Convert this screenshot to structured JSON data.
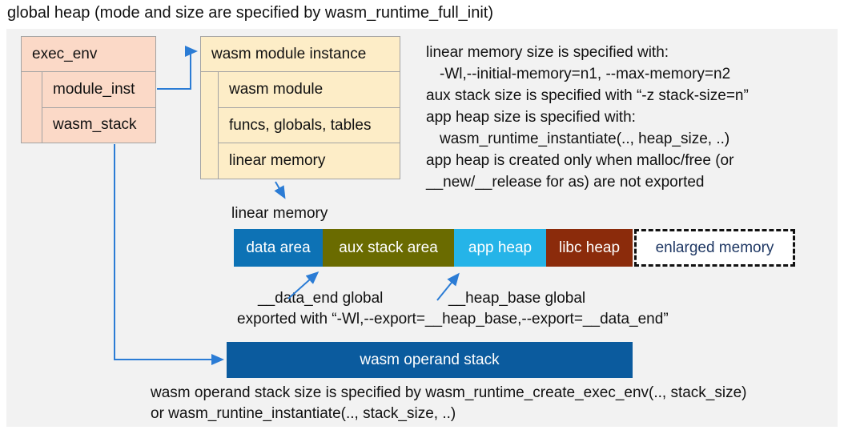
{
  "title": "global heap (mode and size are specified by wasm_runtime_full_init)",
  "exec_env": {
    "header": "exec_env",
    "rows": [
      "module_inst",
      "wasm_stack"
    ]
  },
  "module_instance": {
    "header": "wasm module instance",
    "rows": [
      "wasm module",
      "funcs, globals, tables",
      "linear memory"
    ]
  },
  "notes_right": {
    "lines": [
      "linear memory size is specified with:",
      "-Wl,--initial-memory=n1, --max-memory=n2",
      "aux stack size is specified with “-z stack-size=n”",
      "app heap size is specified with:",
      "wasm_runtime_instantiate(.., heap_size, ..)",
      "app heap is created only when malloc/free (or",
      "__new/__release for as) are not exported"
    ]
  },
  "linear_memory": {
    "label": "linear memory",
    "segments": [
      {
        "label": "data area",
        "color": "#0d72b5"
      },
      {
        "label": "aux stack area",
        "color": "#6a6b00"
      },
      {
        "label": "app heap",
        "color": "#25b4e8"
      },
      {
        "label": "libc heap",
        "color": "#8b2b0b"
      },
      {
        "label": "enlarged memory",
        "color": "#ffffff"
      }
    ],
    "annotations": {
      "data_end": "__data_end global",
      "heap_base": "__heap_base global",
      "exported": "exported with “-Wl,--export=__heap_base,--export=__data_end”"
    }
  },
  "operand_stack": {
    "label": "wasm operand stack",
    "note_line1": "wasm operand stack size is specified by wasm_runtime_create_exec_env(.., stack_size)",
    "note_line2": "or wasm_runtine_instantiate(.., stack_size, ..)"
  },
  "colors": {
    "panel_bg": "#f2f2f2",
    "exec_box_fill": "#fbd9c7",
    "instance_box_fill": "#fdedc7",
    "box_border": "#a3a3a3",
    "connector": "#2b7cd5",
    "data_area": "#0d72b5",
    "aux_stack_area": "#6a6b00",
    "app_heap": "#25b4e8",
    "libc_heap": "#8b2b0b",
    "enlarged_memory_text": "#1f3864",
    "enlarged_memory_border": "#111111",
    "operand_stack_bar": "#0b5b9e"
  }
}
